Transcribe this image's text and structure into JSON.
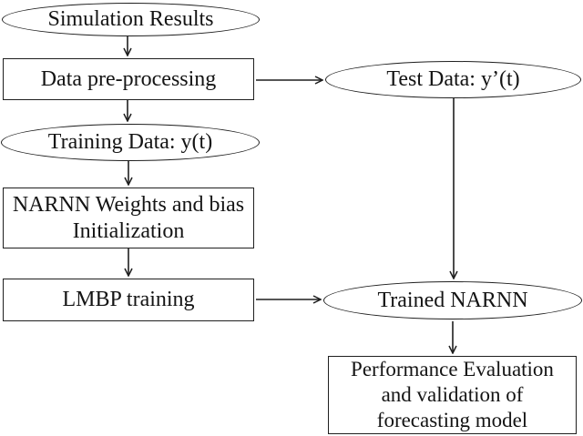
{
  "figure": {
    "background_color": "#ffffff",
    "stroke_color": "#1f1f1f",
    "text_color": "#141414"
  },
  "diagram": {
    "nodes": {
      "simulation_results": {
        "shape": "ellipse",
        "label": "Simulation Results"
      },
      "data_preprocessing": {
        "shape": "rect",
        "label": "Data pre-processing"
      },
      "training_data": {
        "shape": "ellipse",
        "label": "Training Data: y(t)"
      },
      "narnn_init": {
        "shape": "rect",
        "label": "NARNN Weights and bias\nInitialization"
      },
      "lmbp_training": {
        "shape": "rect",
        "label": "LMBP training"
      },
      "test_data": {
        "shape": "ellipse",
        "label": "Test Data: y’(t)"
      },
      "trained_narnn": {
        "shape": "ellipse",
        "label": "Trained NARNN"
      },
      "performance_evaluation": {
        "shape": "rect",
        "label": "Performance Evaluation\nand validation of\nforecasting model"
      }
    },
    "edges": [
      {
        "from": "simulation_results",
        "to": "data_preprocessing"
      },
      {
        "from": "data_preprocessing",
        "to": "training_data"
      },
      {
        "from": "data_preprocessing",
        "to": "test_data"
      },
      {
        "from": "training_data",
        "to": "narnn_init"
      },
      {
        "from": "narnn_init",
        "to": "lmbp_training"
      },
      {
        "from": "lmbp_training",
        "to": "trained_narnn"
      },
      {
        "from": "test_data",
        "to": "trained_narnn"
      },
      {
        "from": "trained_narnn",
        "to": "performance_evaluation"
      }
    ]
  }
}
